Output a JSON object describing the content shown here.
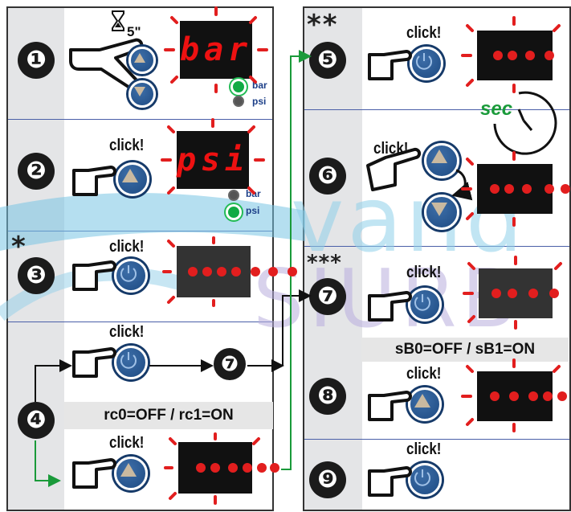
{
  "steps": {
    "s1": "❶",
    "s2": "❷",
    "s3": "❸",
    "s4": "❹",
    "s5": "❺",
    "s6": "❻",
    "s7": "❼",
    "s8": "❽",
    "s9": "❾",
    "s7_inline": "❼"
  },
  "stars": {
    "one": "*",
    "two": "**",
    "three": "***"
  },
  "click": "click!",
  "timer": "5\"",
  "sec": "sec",
  "displays": {
    "bar": "bar",
    "psi": "psi"
  },
  "units": {
    "bar": "bar",
    "psi": "psi"
  },
  "rules": {
    "rc": "rc0=OFF / rc1=ON",
    "sb": "sB0=OFF / sB1=ON"
  },
  "watermark": {
    "top": "vand",
    "bottom": "SIURB"
  },
  "colors": {
    "led": "#e21e1e",
    "button": "#1d4a82",
    "arrow_green": "#1a9a3a",
    "indicator_on": "#1aa64a",
    "label_blue": "#1c3f88"
  }
}
